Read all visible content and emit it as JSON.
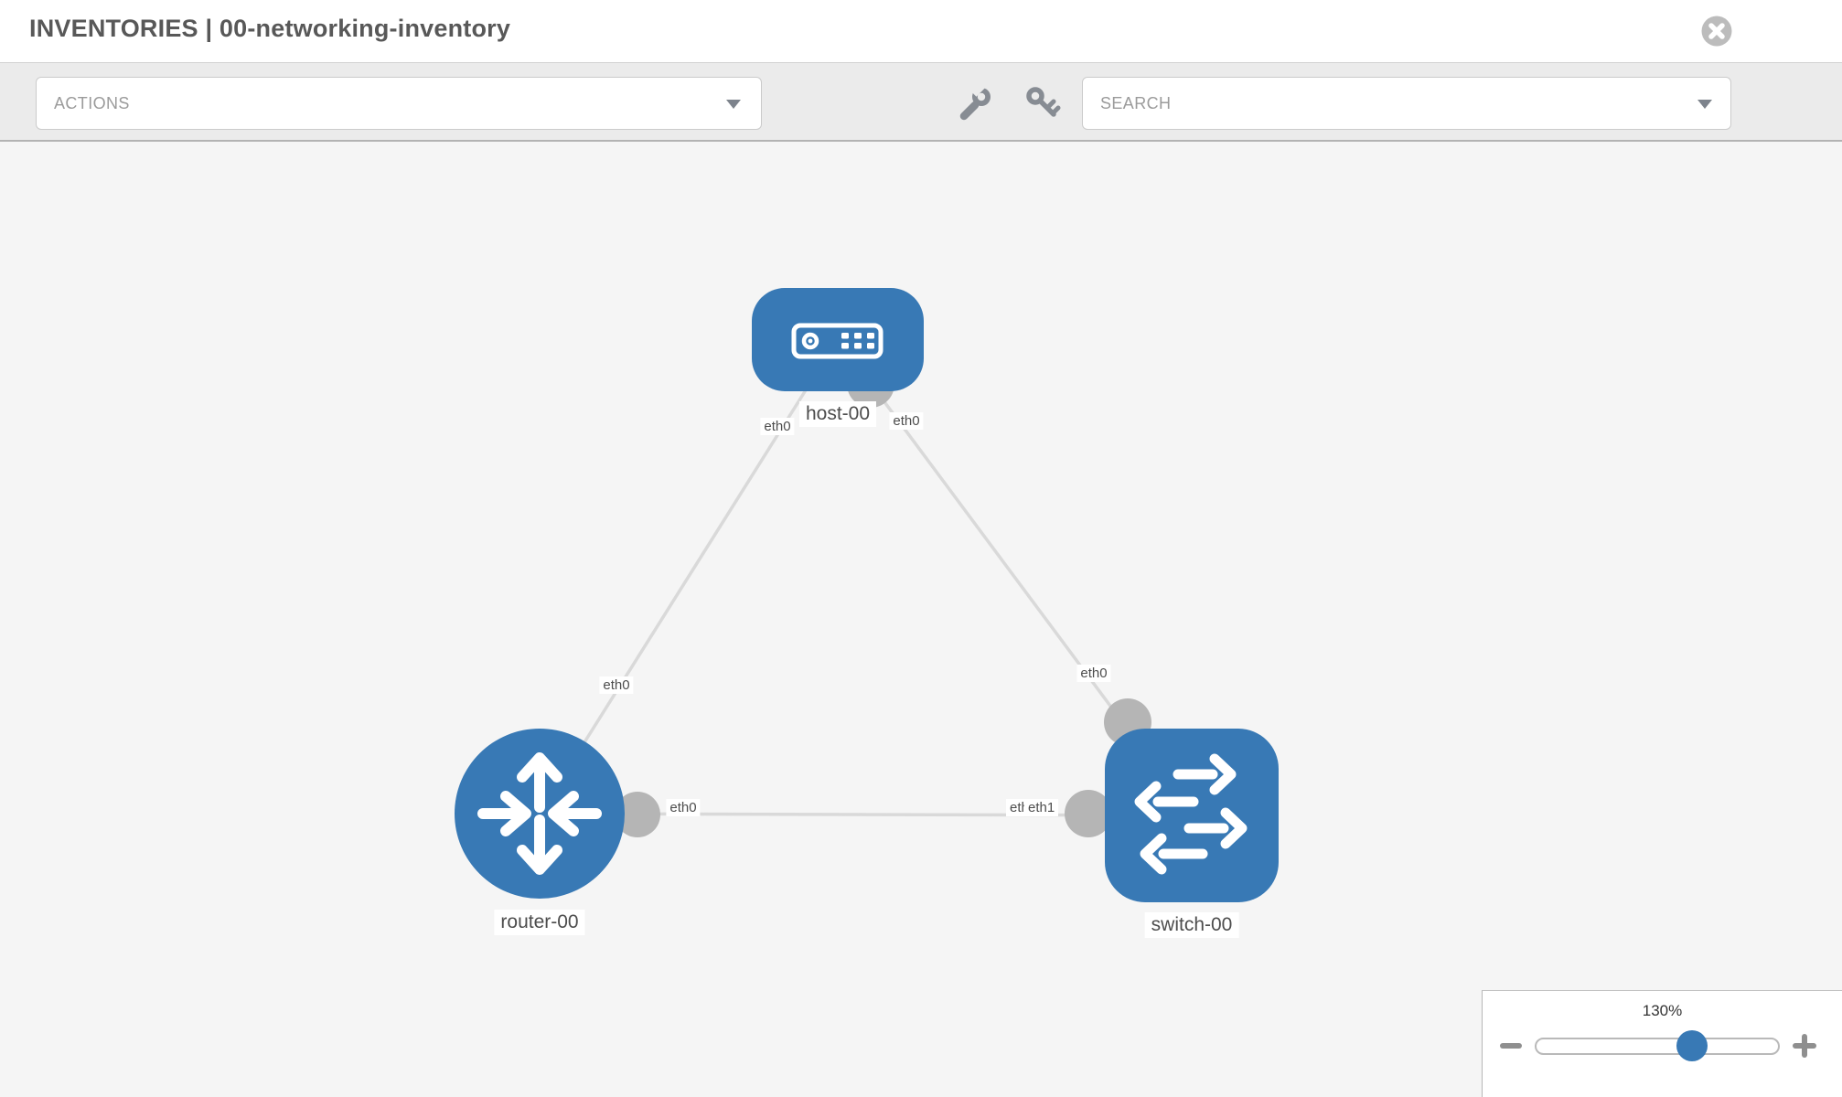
{
  "header": {
    "section": "INVENTORIES",
    "separator": " | ",
    "inventory_name": "00-networking-inventory"
  },
  "toolbar": {
    "actions_placeholder": "ACTIONS",
    "search_placeholder": "SEARCH",
    "tools": [
      "wrench-icon",
      "key-icon"
    ]
  },
  "topology": {
    "nodes": [
      {
        "id": "host-00",
        "type": "host",
        "label": "host-00"
      },
      {
        "id": "router-00",
        "type": "router",
        "label": "router-00"
      },
      {
        "id": "switch-00",
        "type": "switch",
        "label": "switch-00"
      }
    ],
    "links": [
      {
        "from": "host-00",
        "from_interface": "eth0",
        "to": "router-00",
        "to_interface": "eth0"
      },
      {
        "from": "host-00",
        "from_interface": "eth0",
        "to": "switch-00",
        "to_interface": "eth0"
      },
      {
        "from": "router-00",
        "from_interface": "eth0",
        "to": "switch-00",
        "to_interface": "eth1"
      }
    ],
    "labels": {
      "host": "host-00",
      "router": "router-00",
      "switch": "switch-00",
      "host_left_iface": "eth0",
      "host_right_iface": "eth0",
      "router_top_iface": "eth0",
      "router_right_iface": "eth0",
      "switch_top_iface": "eth0",
      "switch_left_iface_under": "eth0",
      "switch_left_iface_over": "eth1"
    }
  },
  "zoom_control": {
    "level": "130%"
  },
  "colors": {
    "node_blue": "#3879b5",
    "link_gray": "#d9d9d9",
    "port_gray": "#b5b5b5",
    "canvas_bg": "#f5f5f5",
    "toolbar_bg": "#ebebeb"
  }
}
